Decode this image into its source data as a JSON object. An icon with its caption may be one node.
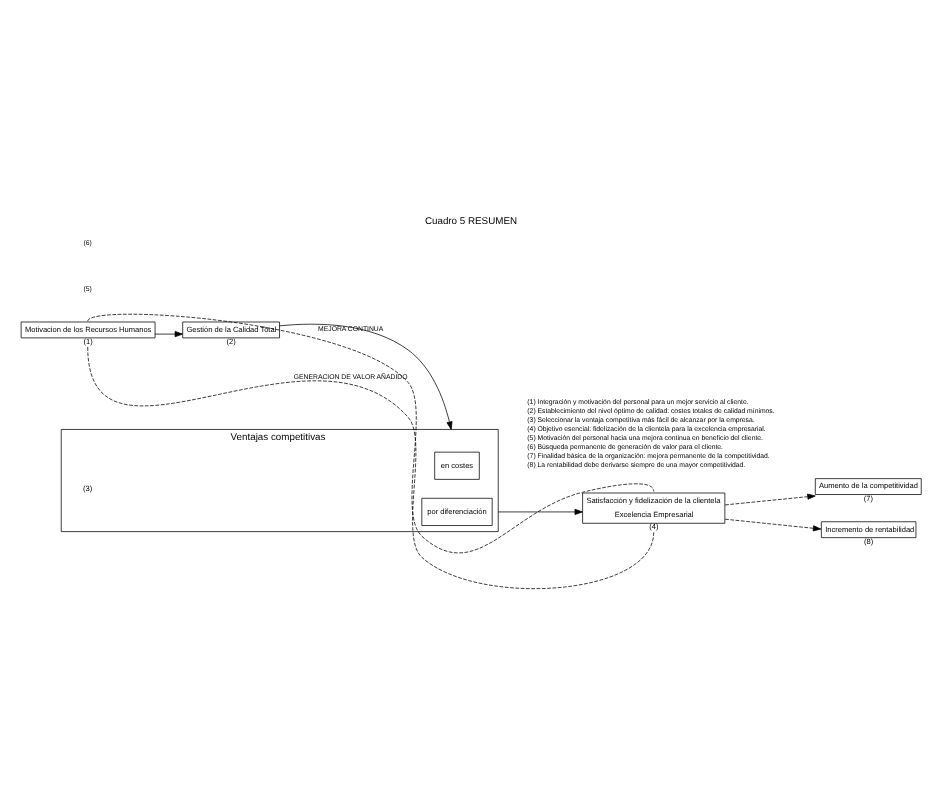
{
  "diagram": {
    "title": "Cuadro 5 RESUMEN",
    "nodes": [
      {
        "text": [
          "Motivacion de los Recursos Humanos"
        ],
        "beside": [
          "(1)"
        ]
      },
      {
        "text": [
          "Gestión de la Calidad Total"
        ],
        "beside": [
          "(2)"
        ]
      },
      {
        "text": [
          "Ventajas competitivas"
        ],
        "beside": [
          "(3)"
        ]
      },
      {
        "text": [
          "en costes"
        ],
        "in": 2
      },
      {
        "text": [
          "por diferenciación"
        ],
        "in": 2
      },
      {
        "text": [
          "Satisfacción y fidelización de la clientela",
          "Excelencia Empresarial"
        ],
        "beside": [
          "(4)"
        ]
      },
      {
        "text": [
          "Aumento de la competitividad"
        ],
        "beside": [
          "(7)"
        ]
      },
      {
        "text": [
          "Incremento de rentabilidad"
        ],
        "beside": [
          "(8)"
        ]
      }
    ],
    "edges": [
      {
        "from": 0,
        "to": 1,
        "arrow": "to"
      },
      {
        "from": 1,
        "to": 2,
        "arrow": "to"
      },
      {
        "from": 2,
        "to": 5,
        "arrow": "to"
      },
      {
        "from": 5,
        "to": 6,
        "arrow": "to",
        "style": "dashed"
      },
      {
        "from": 5,
        "to": 7,
        "arrow": "to",
        "style": "dashed"
      },
      {
        "from": 0,
        "to": 5,
        "arrow": "none",
        "style": "dashed",
        "label": "MEJORA CONTINUA"
      },
      {
        "from": 0,
        "to": 5,
        "arrow": "none",
        "style": "dashed",
        "label": "GENERACION DE VALOR AÑADIDO"
      }
    ],
    "labels": [
      "(5)",
      "(6)",
      "(1) Integración y motivación del personal para un mejor servicio al cliente.",
      "(2) Establecimiento del nivel óptimo de calidad: costes totales de calidad mínimos.",
      "(3) Seleccionar la ventaja competitiva más fácil de alcanzar por la empresa.",
      "(4) Objetivo esencial: fidelización de la clientela para la excelencia empresarial.",
      "(5) Motivación del personal hacia una mejora continua en beneficio del cliente.",
      "(6) Búsqueda permanente de generación de valor para el cliente.",
      "(7) Finalidad básica de la organización: mejora permanente de la competitividad.",
      "(8) La rentabilidad debe derivarse siempre de una mayor competitividad."
    ]
  }
}
